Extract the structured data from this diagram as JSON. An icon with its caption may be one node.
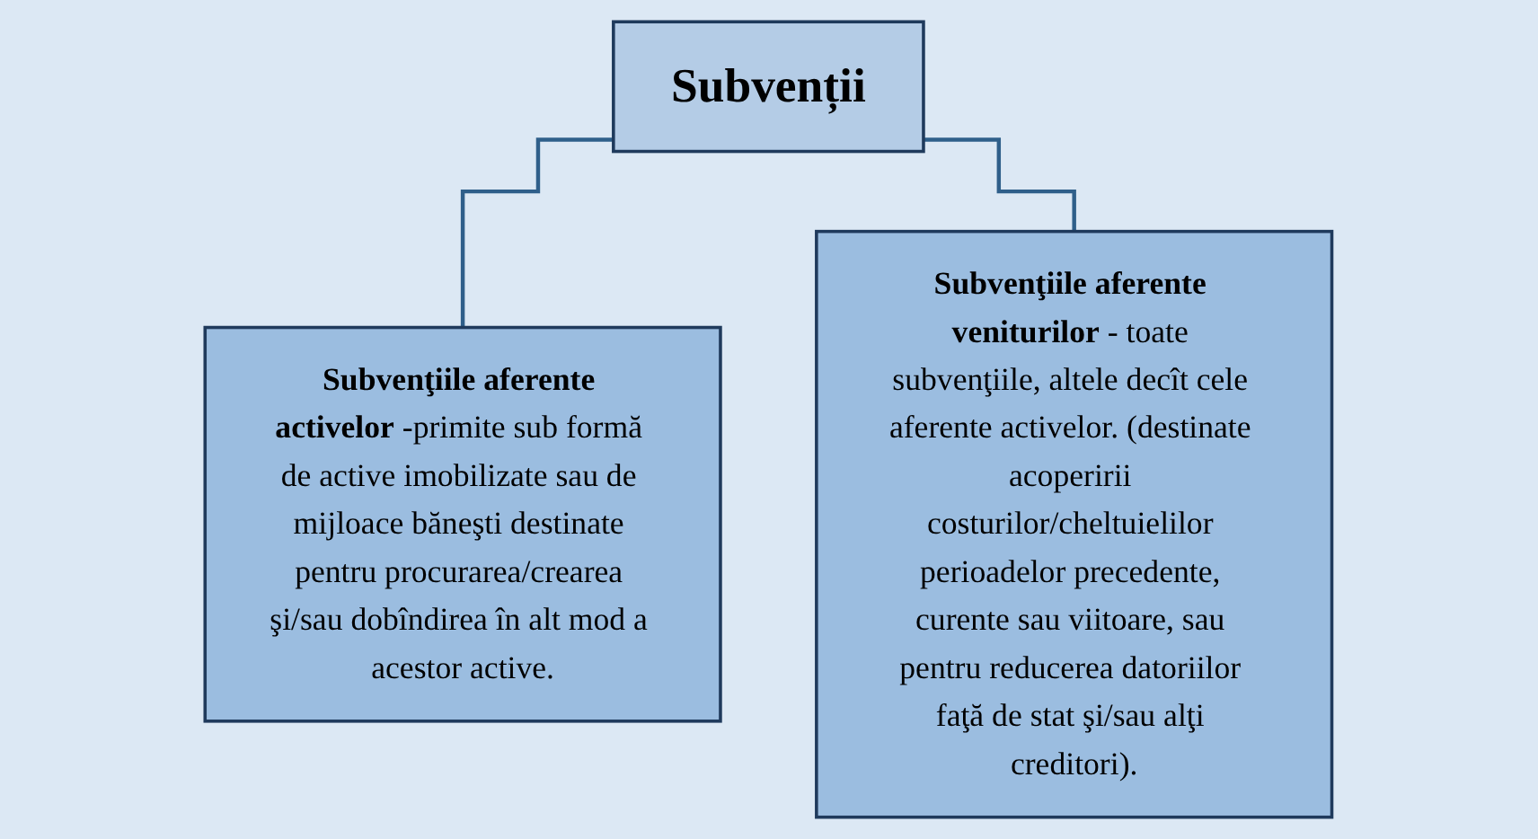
{
  "diagram": {
    "nodes": [
      {
        "text": [
          "Subvenții"
        ]
      },
      {
        "text": [
          "**Subvenţiile aferente activelor** -primite sub formă de active imobilizate sau de mijloace băneşti destinate pentru procurarea/crearea şi/sau dobîndirea în alt mod a acestor active."
        ]
      },
      {
        "text": [
          "**Subvenţiile aferente veniturilor** - toate subvenţiile, altele decît cele aferente activelor. (destinate acoperirii costurilor/cheltuielilor perioadelor precedente, curente sau viitoare, sau pentru reducerea datoriilor faţă de stat şi/sau alţi creditori)."
        ]
      }
    ],
    "edges": [
      {
        "from": 0,
        "to": 1,
        "arrow": "none"
      },
      {
        "from": 0,
        "to": 2,
        "arrow": "none"
      }
    ]
  }
}
